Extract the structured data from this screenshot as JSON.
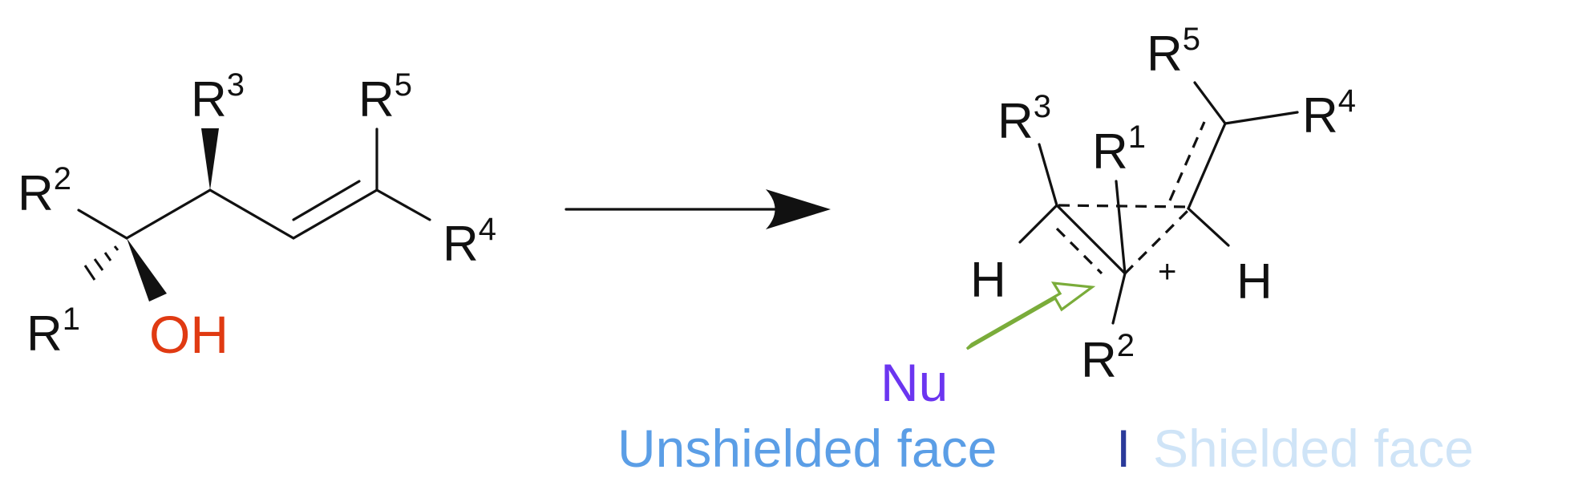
{
  "reactant": {
    "substituents": {
      "r1": {
        "base": "R",
        "sup": "1"
      },
      "r2": {
        "base": "R",
        "sup": "2"
      },
      "r3": {
        "base": "R",
        "sup": "3"
      },
      "r4": {
        "base": "R",
        "sup": "4"
      },
      "r5": {
        "base": "R",
        "sup": "5"
      }
    },
    "hydroxyl": "OH"
  },
  "intermediate": {
    "substituents": {
      "r1": {
        "base": "R",
        "sup": "1"
      },
      "r2": {
        "base": "R",
        "sup": "2"
      },
      "r3": {
        "base": "R",
        "sup": "3"
      },
      "r4": {
        "base": "R",
        "sup": "4"
      },
      "r5": {
        "base": "R",
        "sup": "5"
      }
    },
    "hydrogen_left": "H",
    "hydrogen_right": "H",
    "charge": "+",
    "nucleophile": "Nu"
  },
  "legend": {
    "unshielded": "Unshielded face",
    "separator": "I",
    "shielded": "Shielded face"
  },
  "colors": {
    "hydroxyl": "#e03a12",
    "nucleophile": "#6b35f0",
    "attack_arrow": "#7aac3a",
    "unshielded": "#5b9ee6",
    "separator": "#2a3a9a",
    "shielded": "#cfe4f7"
  }
}
